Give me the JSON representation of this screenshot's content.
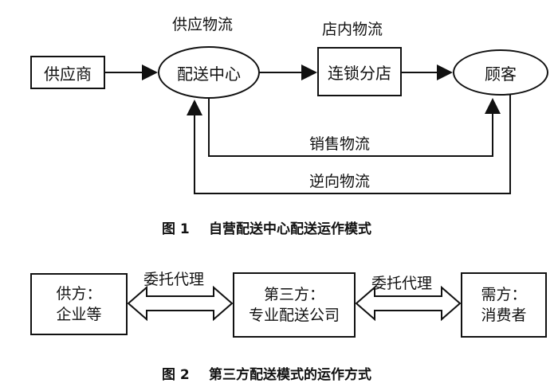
{
  "diagram1": {
    "nodes": {
      "supplier": "供应商",
      "dc": "配送中心",
      "chain": "连锁分店",
      "customer": "顾客"
    },
    "labels": {
      "supply_logistics": "供应物流",
      "store_logistics": "店内物流",
      "sales_logistics": "销售物流",
      "reverse_logistics": "逆向物流"
    },
    "caption_no": "图 1",
    "caption": "自营配送中心配送运作模式"
  },
  "diagram2": {
    "nodes": {
      "supply_title": "供方：",
      "supply_body": "企业等",
      "third_title": "第三方：",
      "third_body": "专业配送公司",
      "demand_title": "需方：",
      "demand_body": "消费者"
    },
    "labels": {
      "left_agency": "委托代理",
      "right_agency": "委托代理"
    },
    "caption_no": "图 2",
    "caption": "第三方配送模式的运作方式"
  }
}
